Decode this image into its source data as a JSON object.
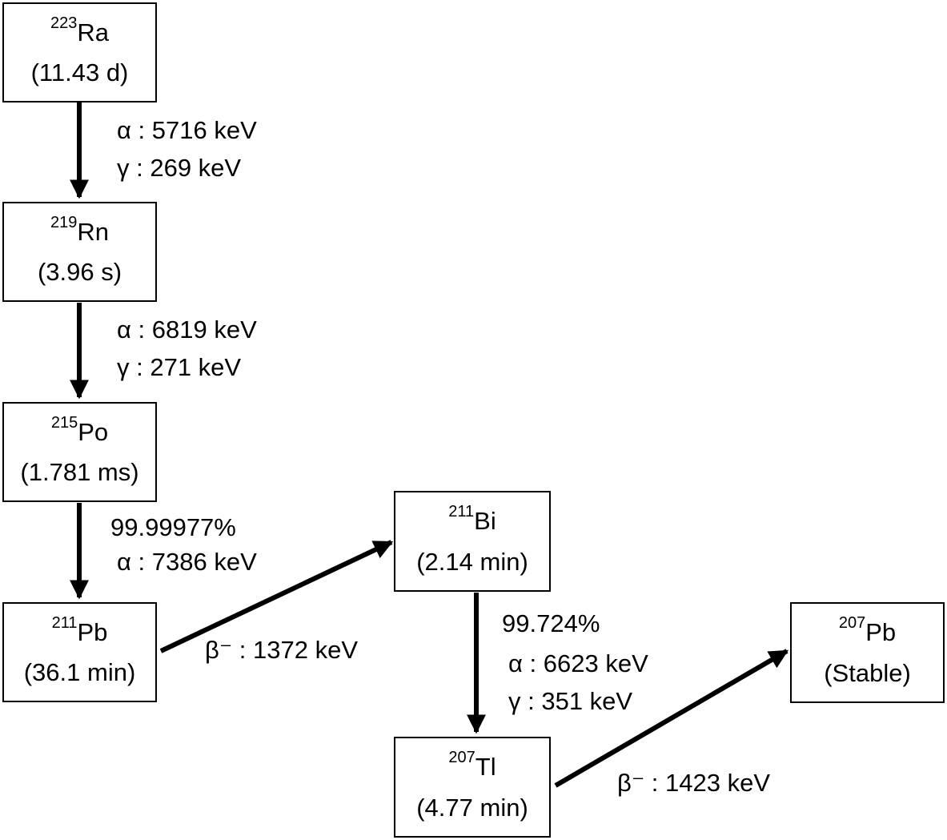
{
  "nuclides": {
    "ra223": {
      "mass": "223",
      "symbol": "Ra",
      "half_life": "(11.43 d)"
    },
    "rn219": {
      "mass": "219",
      "symbol": "Rn",
      "half_life": "(3.96 s)"
    },
    "po215": {
      "mass": "215",
      "symbol": "Po",
      "half_life": "(1.781 ms)"
    },
    "pb211": {
      "mass": "211",
      "symbol": "Pb",
      "half_life": "(36.1 min)"
    },
    "bi211": {
      "mass": "211",
      "symbol": "Bi",
      "half_life": "(2.14 min)"
    },
    "tl207": {
      "mass": "207",
      "symbol": "Tl",
      "half_life": "(4.77 min)"
    },
    "pb207": {
      "mass": "207",
      "symbol": "Pb",
      "half_life": "(Stable)"
    }
  },
  "decays": {
    "ra_rn": {
      "line1": "α : 5716 keV",
      "line2": "γ : 269 keV"
    },
    "rn_po": {
      "line1": "α : 6819 keV",
      "line2": "γ : 271 keV"
    },
    "po_pb": {
      "branch": "99.99977%",
      "line1": "α : 7386 keV"
    },
    "pb_bi": {
      "line1": "β⁻ : 1372 keV"
    },
    "bi_tl": {
      "branch": "99.724%",
      "line1": "α : 6623 keV",
      "line2": "γ : 351 keV"
    },
    "tl_pb": {
      "line1": "β⁻ : 1423 keV"
    }
  }
}
